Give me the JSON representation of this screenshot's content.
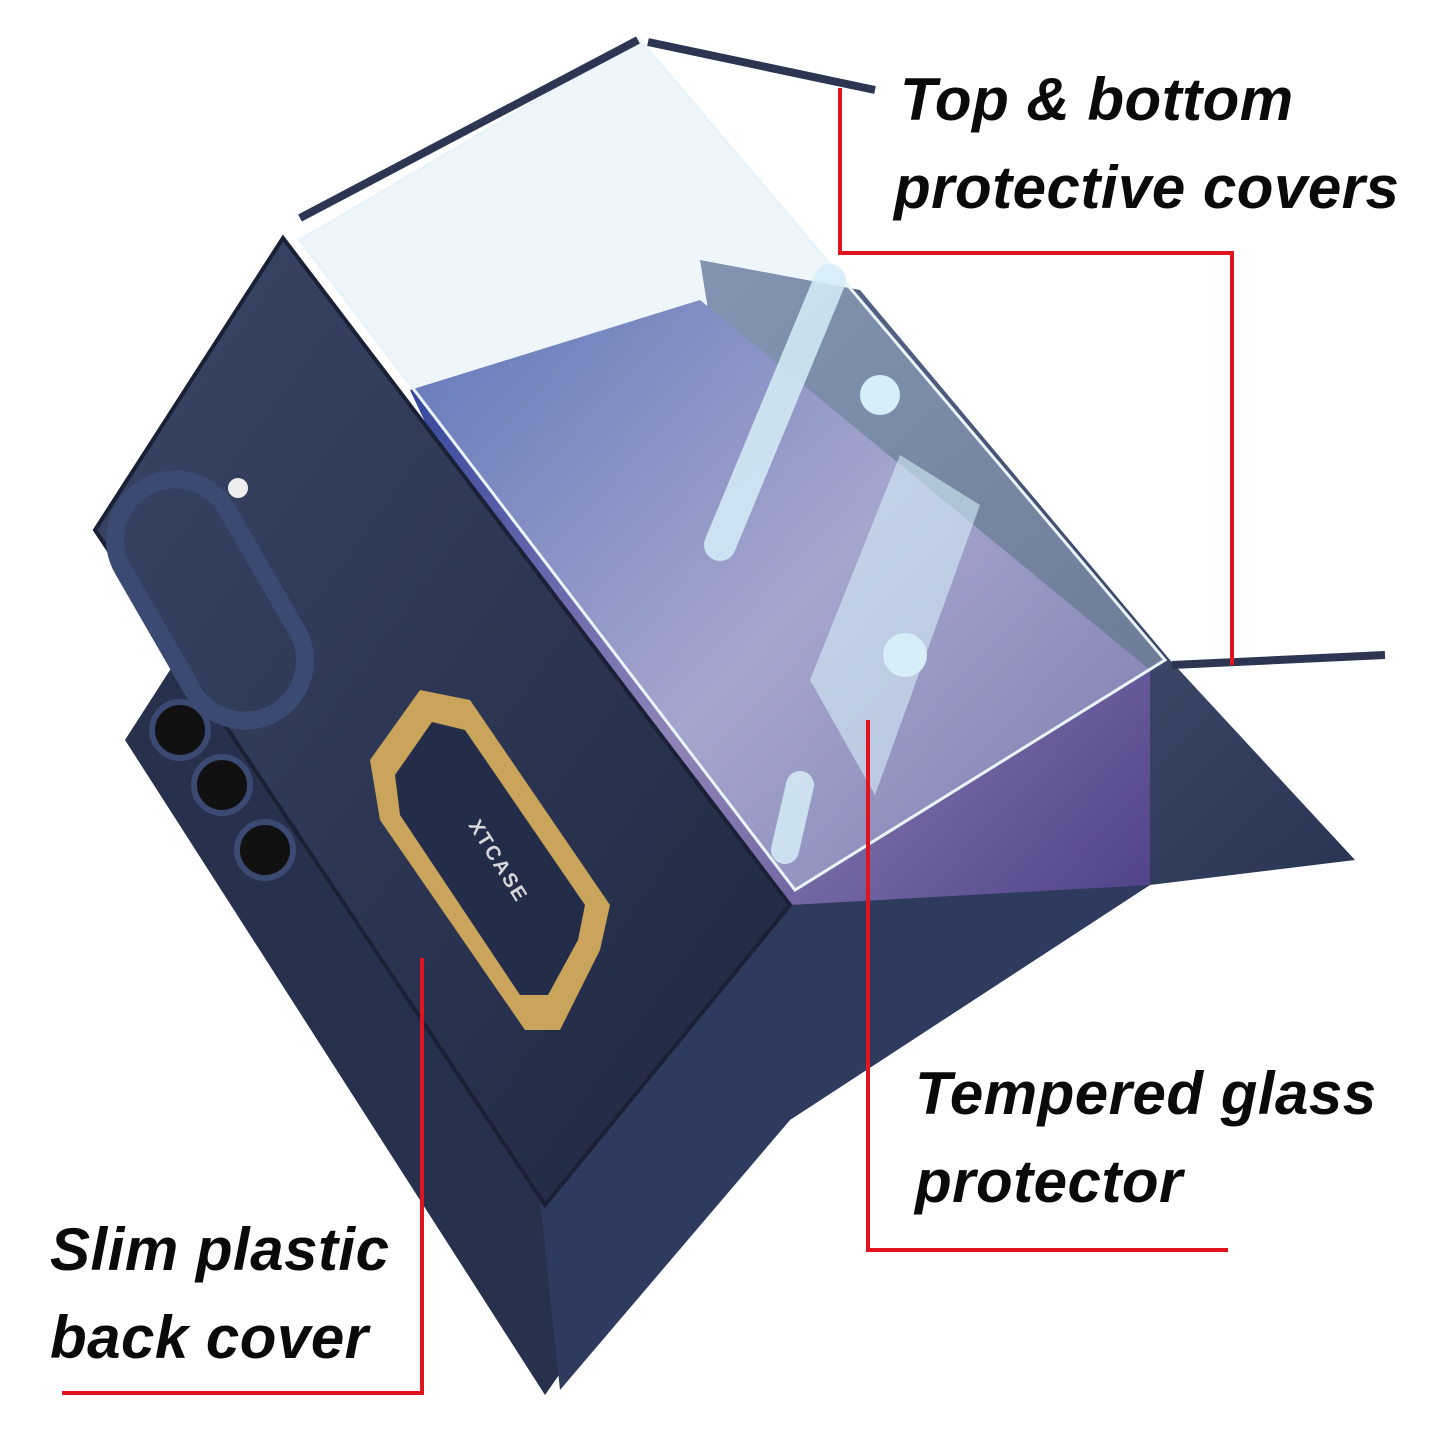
{
  "labels": {
    "top_covers": {
      "line1": "Top & bottom",
      "line2": "protective covers"
    },
    "glass": {
      "line1": "Tempered glass",
      "line2": "protector"
    },
    "back_cover": {
      "line1": "Slim plastic",
      "line2": "back cover"
    }
  },
  "brand_logo_text": "XTCASE",
  "colors": {
    "callout_line": "#e0141e",
    "case_navy": "#2b3654",
    "gold_stand": "#c9a45a",
    "screen_purple": "#5a4a8a"
  }
}
